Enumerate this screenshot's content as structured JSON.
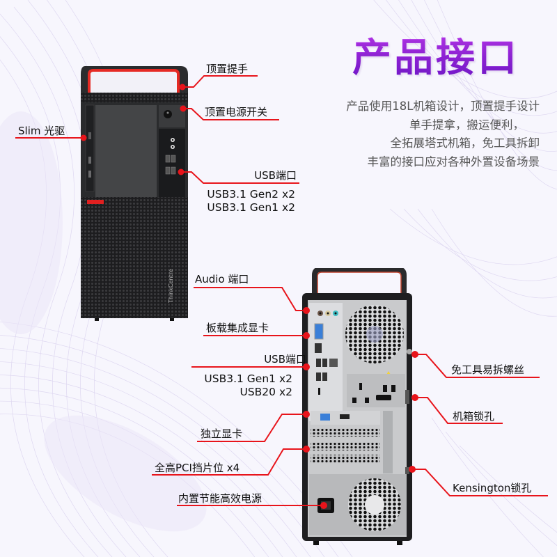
{
  "title": "产品接口",
  "description": [
    "产品使用18L机箱设计，顶置提手设计",
    "单手提拿，搬运便利，",
    "全拓展塔式机箱，免工具拆卸",
    "丰富的接口应对各种外置设备场景"
  ],
  "front_labels": {
    "handle": "顶置提手",
    "power": "顶置电源开关",
    "optical": "Slim 光驱",
    "usb_title": "USB端口",
    "usb_lines": [
      "USB3.1 Gen2 x2",
      "USB3.1 Gen1 x2"
    ]
  },
  "rear_labels": {
    "audio": "Audio 端口",
    "onboard_gpu": "板载集成显卡",
    "usb_title": "USB端口",
    "usb_lines": [
      "USB3.1 Gen1 x2",
      "USB20 x2"
    ],
    "discrete_gpu": "独立显卡",
    "pci_slots": "全高PCI挡片位 x4",
    "psu": "内置节能高效电源",
    "toolless_screw": "免工具易拆螺丝",
    "chassis_lock": "机箱锁孔",
    "kensington": "Kensington锁孔"
  },
  "brand_mark": "ThinkCentre",
  "colors": {
    "accent_red": "#e8141b",
    "title_purple": "#9a22dc",
    "chassis": "#2a2b2d",
    "background": "#f7f6fd"
  }
}
